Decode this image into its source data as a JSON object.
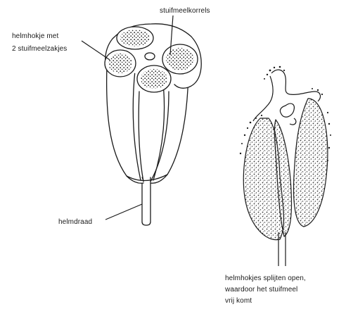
{
  "labels": {
    "pollen_grains": "stuifmeelkorrels",
    "anther_sacs_line1": "helmhokje met",
    "anther_sacs_line2": "2 stuifmeelzakjes",
    "filament": "helmdraad",
    "split_line1": "helmhokjes splijten open,",
    "split_line2": "waardoor het stuifmeel",
    "split_line3": "vrij komt"
  },
  "colors": {
    "ink": "#1a1a1a",
    "paper": "#ffffff"
  }
}
